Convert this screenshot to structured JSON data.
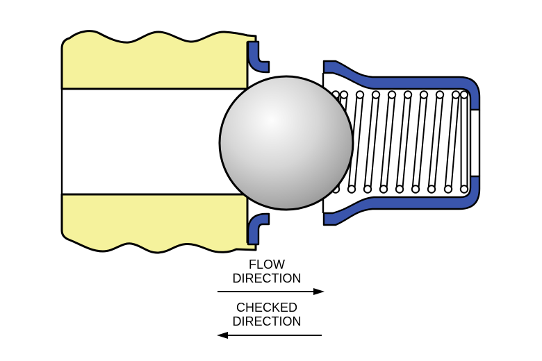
{
  "labels": {
    "flow": {
      "line1": "FLOW",
      "line2": "DIRECTION"
    },
    "checked": {
      "line1": "CHECKED",
      "line2": "DIRECTION"
    }
  },
  "colors": {
    "background": "#ffffff",
    "pipe_yellow": "#f5f29c",
    "valve_blue": "#3a55ac",
    "outline": "#000000",
    "wire_white": "#ffffff",
    "ball_highlight": "#fdfdfd",
    "ball_mid": "#d6d6d6",
    "ball_dark": "#a9a9a9",
    "ball_shadow": "#8c8c8c"
  }
}
